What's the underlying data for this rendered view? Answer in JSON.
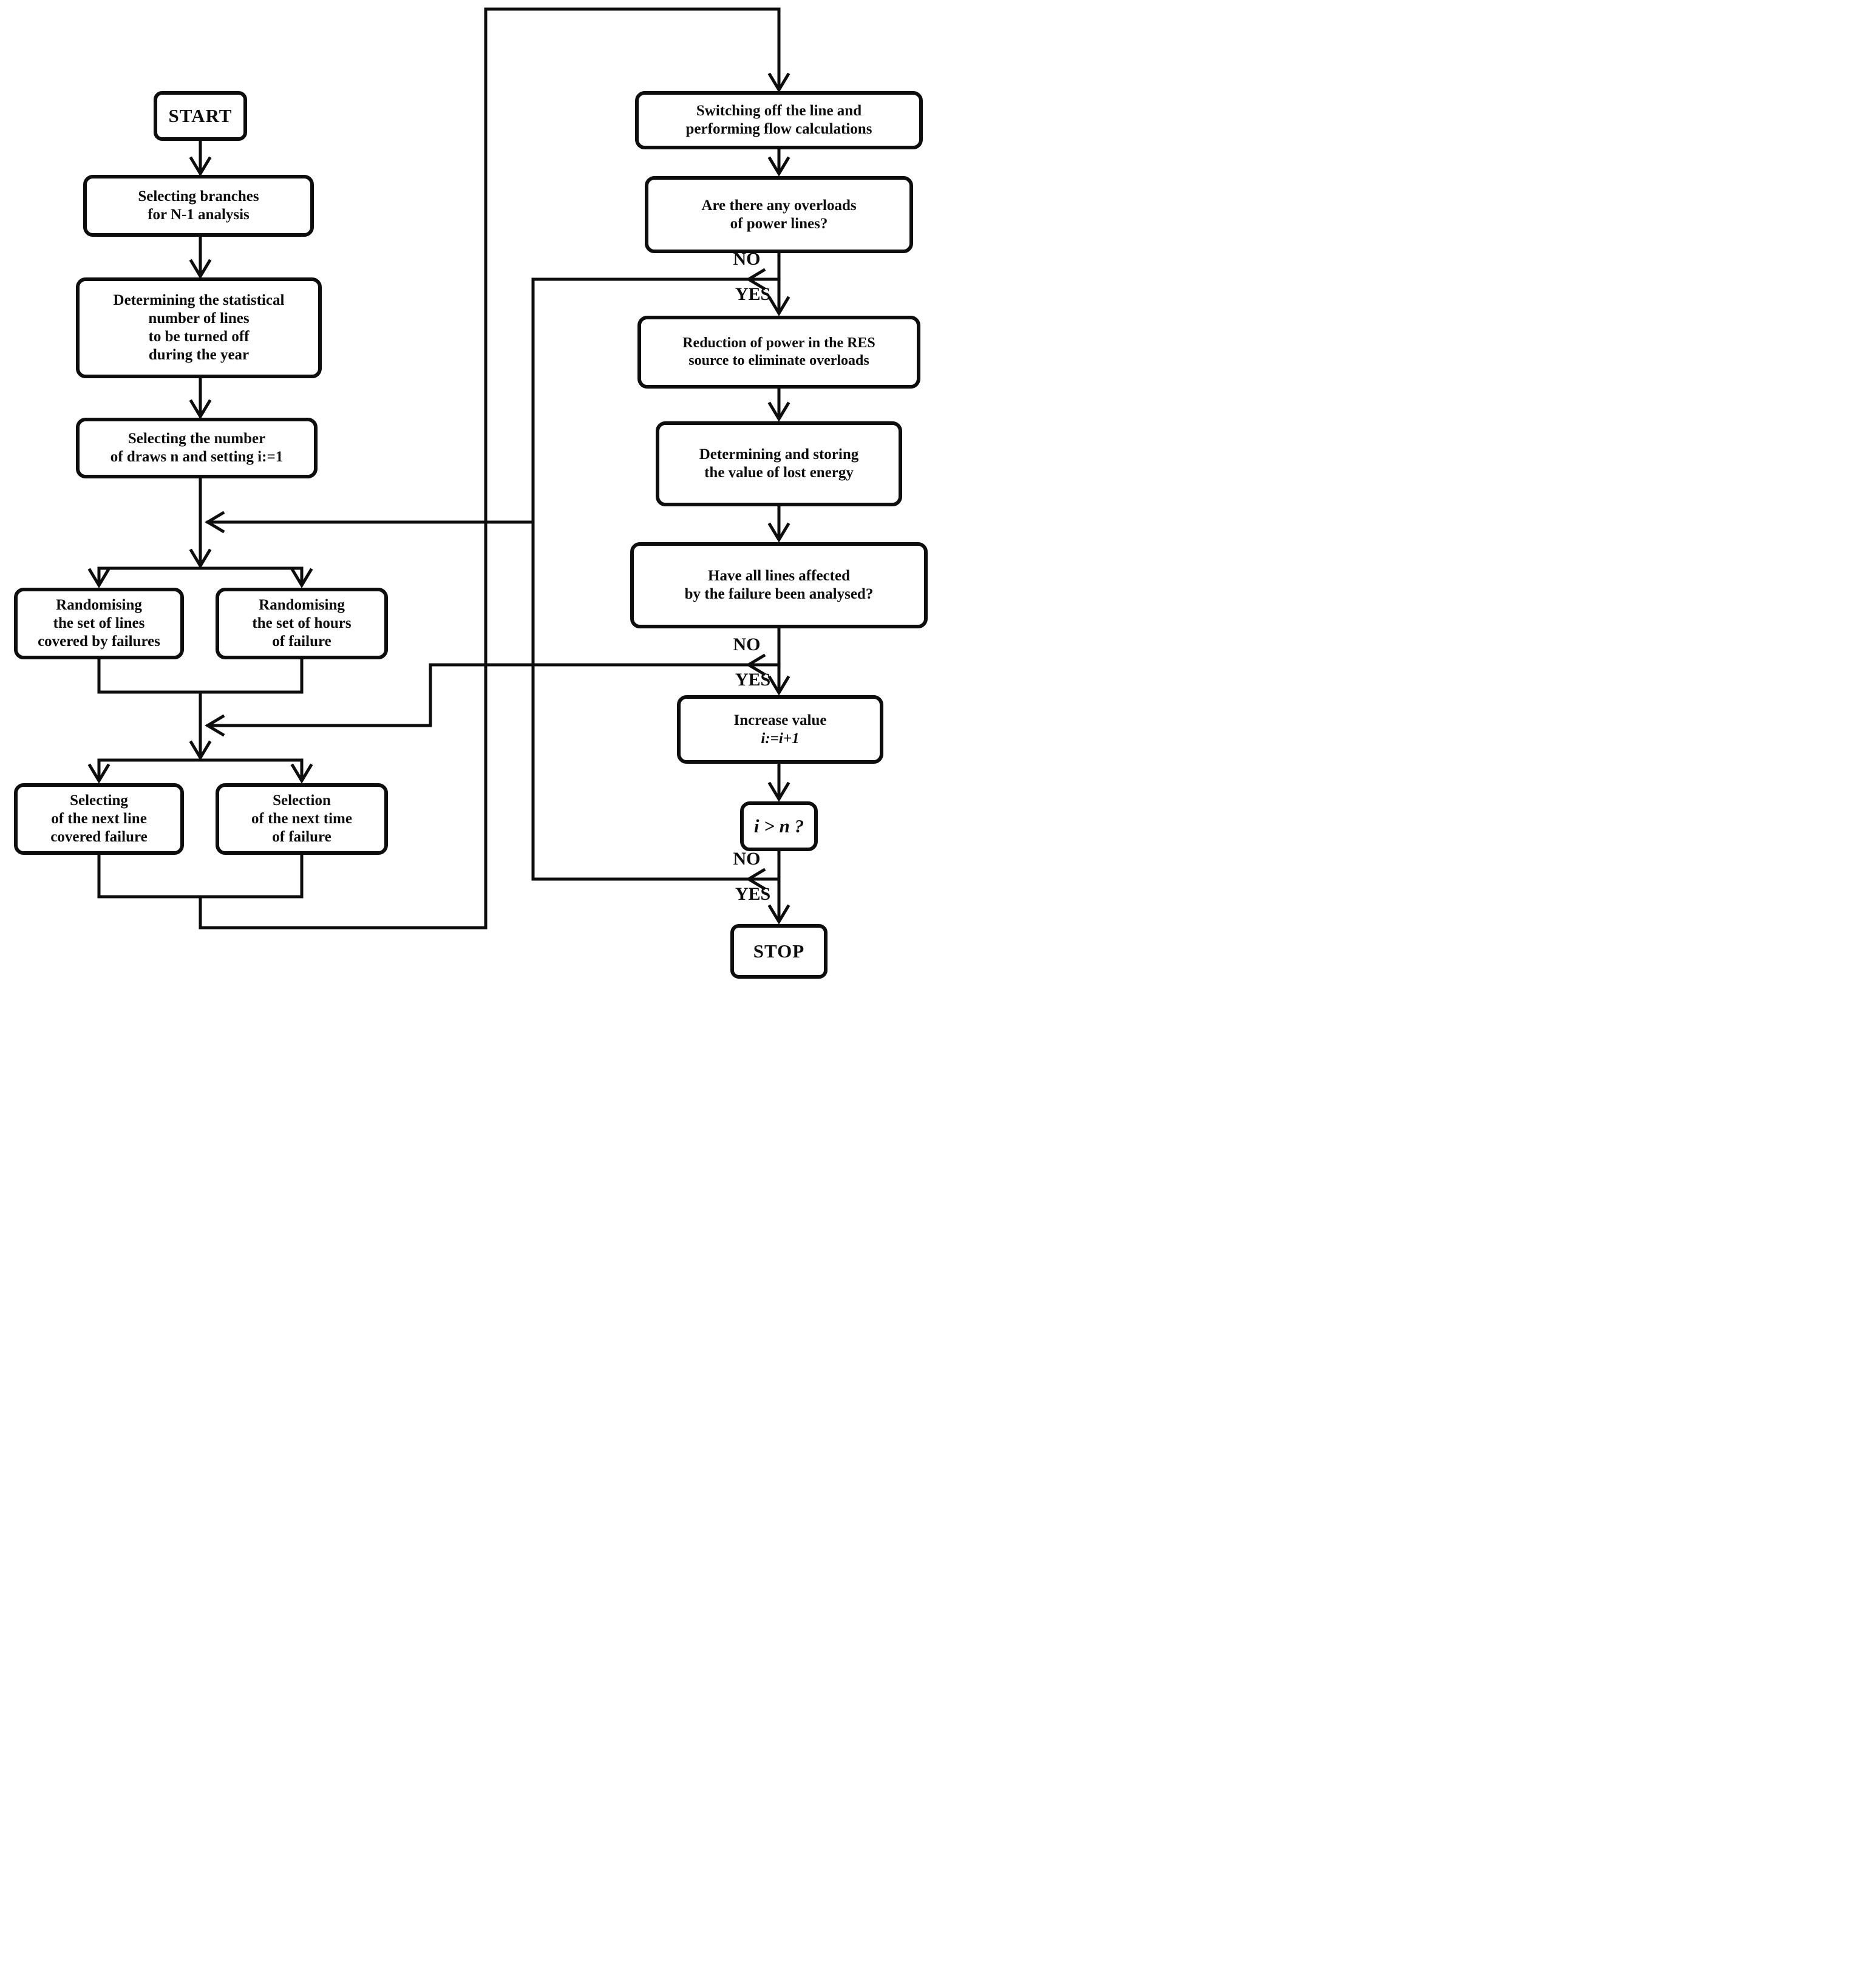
{
  "diagram_type": "flowchart",
  "nodes": {
    "start": {
      "label": "START"
    },
    "select_branches": {
      "lines": [
        "Selecting branches",
        "for N-1 analysis"
      ]
    },
    "determine_lines": {
      "lines": [
        "Determining the statistical",
        "number of lines",
        "to be turned off",
        "during the year"
      ]
    },
    "select_draws": {
      "lines": [
        "Selecting the number",
        "of draws n and setting i:=1"
      ]
    },
    "randomise_lines": {
      "lines": [
        "Randomising",
        "the set of lines",
        "covered by failures"
      ]
    },
    "randomise_hours": {
      "lines": [
        "Randomising",
        "the set of hours",
        "of failure"
      ]
    },
    "select_next_line": {
      "lines": [
        "Selecting",
        "of the next line",
        "covered failure"
      ]
    },
    "select_next_time": {
      "lines": [
        "Selection",
        "of the next time",
        "of failure"
      ]
    },
    "switching_off": {
      "lines": [
        "Switching off the line and",
        "performing flow calculations"
      ]
    },
    "overloads": {
      "lines": [
        "Are there any overloads",
        "of power lines?"
      ]
    },
    "reduction": {
      "lines": [
        "Reduction of power in the RES",
        "source to eliminate overloads"
      ]
    },
    "lost_energy": {
      "lines": [
        "Determining and storing",
        "the value of lost energy"
      ]
    },
    "all_analysed": {
      "lines": [
        "Have all lines affected",
        "by the failure been analysed?"
      ]
    },
    "increase": {
      "lines": [
        "Increase value",
        "i:=i+1"
      ]
    },
    "condition": {
      "label": "i > n ?"
    },
    "stop": {
      "label": "STOP"
    }
  },
  "edge_labels": {
    "overloads_no": "NO",
    "overloads_yes": "YES",
    "analysed_no": "NO",
    "analysed_yes": "YES",
    "condition_no": "NO",
    "condition_yes": "YES"
  },
  "colors": {
    "line": "#0d0d0d",
    "box_fill": "#ffffff",
    "text": "#0d0d0d"
  }
}
